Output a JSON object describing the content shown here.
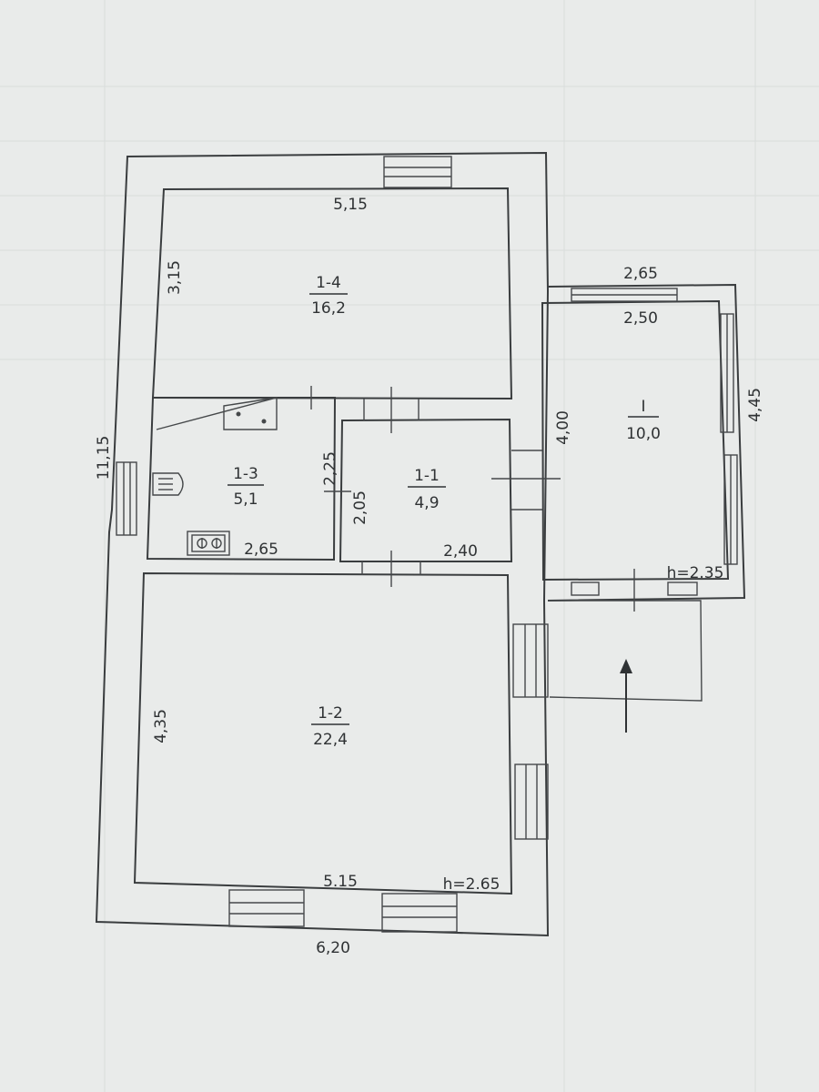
{
  "rooms": {
    "r14": {
      "id": "1-4",
      "area": "16,2"
    },
    "r13": {
      "id": "1-3",
      "area": "5,1"
    },
    "r11": {
      "id": "1-1",
      "area": "4,9"
    },
    "r12": {
      "id": "1-2",
      "area": "22,4"
    },
    "rI": {
      "id": "I",
      "area": "10,0"
    }
  },
  "dimensions": {
    "top_width": "5,15",
    "r14_height": "3,15",
    "overall_height": "11,15",
    "r13_height": "2,25",
    "r13_width": "2,65",
    "r11_height": "2,05",
    "r11_width": "2,40",
    "annex_outer_width": "2,65",
    "annex_inner_width": "2,50",
    "annex_depth": "4,00",
    "annex_outer_depth": "4,45",
    "annex_ceiling": "h=2.35",
    "r12_height": "4,35",
    "r12_width": "5.15",
    "main_ceiling": "h=2.65",
    "overall_width": "6,20"
  }
}
